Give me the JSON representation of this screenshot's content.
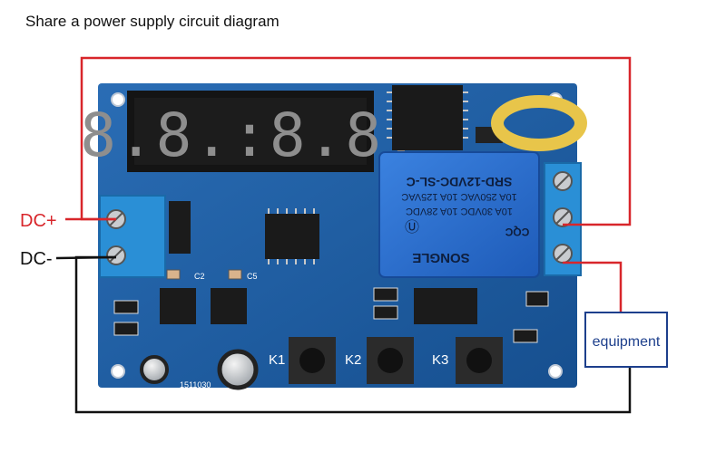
{
  "title": "Share a power supply circuit diagram",
  "labels": {
    "dc_plus": "DC+",
    "dc_minus": "DC-",
    "equipment": "equipment"
  },
  "relay": {
    "model": "SRD-12VDC-SL-C",
    "rating1": "10A 250VAC  10A 125VAC",
    "rating2": "10A 30VDC  10A 28VDC",
    "brand": "SONGLE",
    "cert": "CQC"
  },
  "buttons": {
    "k1": "K1",
    "k2": "K2",
    "k3": "K3"
  },
  "components": {
    "c2": "C2",
    "c5": "C5",
    "cap_code": "1511030"
  },
  "display": {
    "digits": "8.8.:8.8."
  },
  "colors": {
    "pcb": "#1f5fa6",
    "wire_red": "#d8262b",
    "wire_black": "#111111",
    "terminal": "#2a8fd6",
    "relay": "#2b6fd0",
    "equipment_border": "#1d3f8c"
  }
}
